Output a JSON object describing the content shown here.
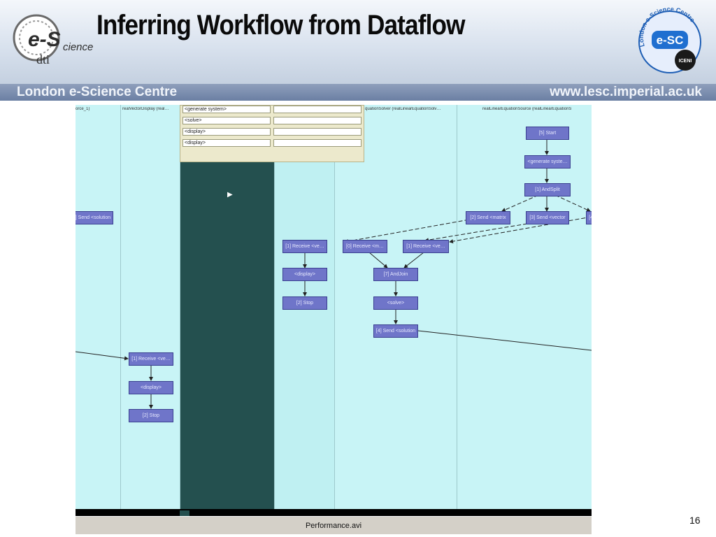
{
  "slide": {
    "title": "Inferring Workflow from Dataflow",
    "page_number": "16",
    "banner_left": "London e-Science Centre",
    "banner_right": "www.lesc.imperial.ac.uk"
  },
  "logos": {
    "left": {
      "main": "e-S",
      "suffix": "cience",
      "sub": "dti"
    },
    "right": {
      "main": "e-SC",
      "ring_text": "London e-Science Centre",
      "badge": "ICENI"
    }
  },
  "video": {
    "filename": "Performance.avi",
    "lane_headers": [
      "orce_1)",
      "realVectorDisplay (real…",
      "quationSolver (realLinearEquationSolv…",
      "realLinearEquationSource (realLinearEquationS"
    ],
    "popup_rows": [
      [
        "<generate system>",
        ""
      ],
      [
        "<solve>",
        ""
      ],
      [
        "<display>",
        ""
      ],
      [
        "<display>",
        ""
      ]
    ],
    "nodes": {
      "start": "[5] Start",
      "generate_system": "<generate syste…",
      "andsplit_top": "[1] AndSplit",
      "send_matrix": "[2] Send <matrix",
      "send_vector": "[3] Send <vector",
      "send_right": "[4",
      "send_solution_left": "] Send <solution",
      "receive_ve_1": "[1] Receive <ve…",
      "receive_m": "[0] Receive <m…",
      "receive_ve_2": "[1] Receive <ve…",
      "display_1": "<display>",
      "stop_1": "[2] Stop",
      "andjoin": "[7] AndJoin",
      "solve": "<solve>",
      "send_solution": "[4] Send <solution",
      "receive_ve_3": "[1] Receive <ve…",
      "display_2": "<display>",
      "stop_2": "[2] Stop"
    }
  }
}
